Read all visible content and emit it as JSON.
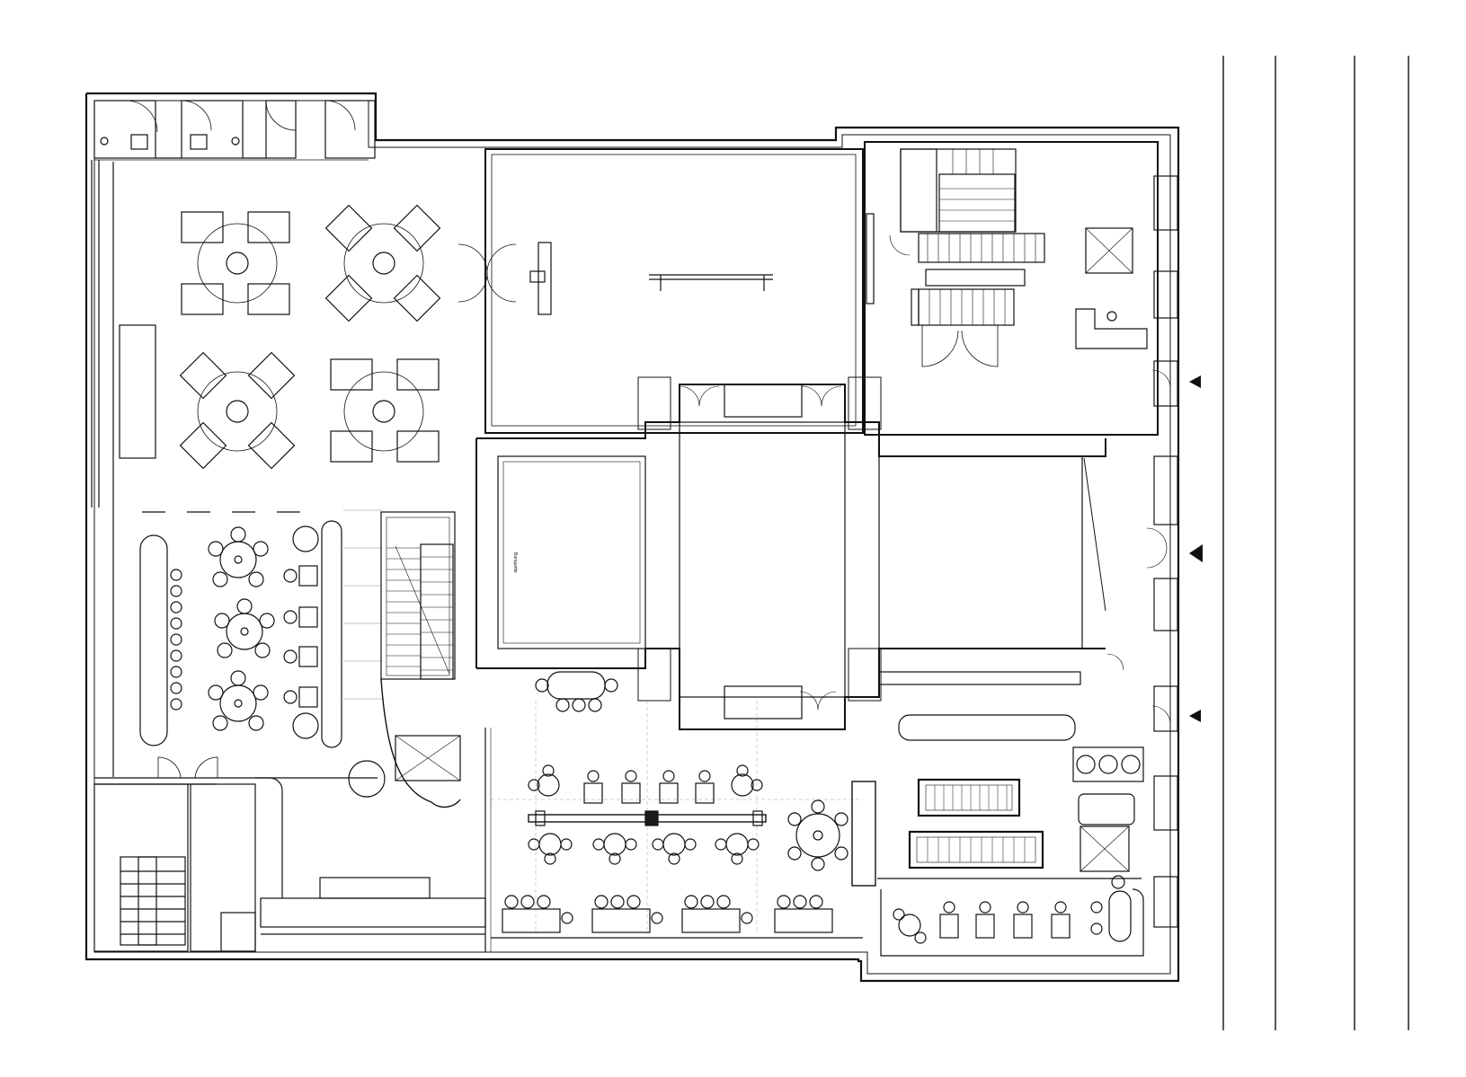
{
  "drawing": {
    "type": "architectural floor plan",
    "line_color": "#111111",
    "background": "#ffffff",
    "fill_dark": "#1a1a1a"
  },
  "labels": {
    "stage_vertical_text": "Banquette"
  },
  "icons": {
    "entrance_arrow": "entrance-arrow-icon",
    "elevator": "elevator-icon",
    "stair": "staircase-icon",
    "toilet": "toilet-icon"
  },
  "entrances": 3,
  "street_lines": 4
}
